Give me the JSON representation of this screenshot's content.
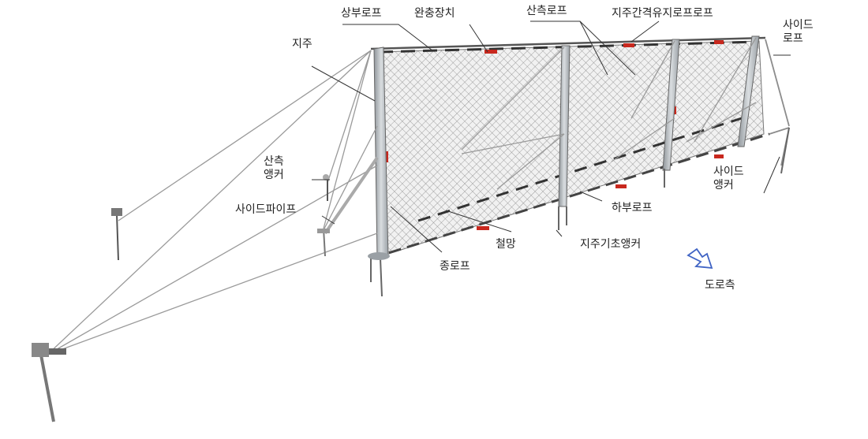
{
  "labels": {
    "top_rope": "상부로프",
    "buffer_device": "완충장치",
    "mountain_rope": "산측로프",
    "post_spacing_rope": "지주간격유지로프로프",
    "side_rope": "사이드\n로프",
    "post": "지주",
    "mountain_anchor": "산측\n앵커",
    "side_pipe": "사이드파이프",
    "side_anchor": "사이드\n앵커",
    "bottom_rope": "하부로프",
    "wire_mesh": "철망",
    "post_foundation_anchor": "지주기초앵커",
    "vertical_rope": "종로프",
    "road_side": "도로측"
  },
  "colors": {
    "post": "#b7bcc1",
    "rope_dark": "#3a3a3a",
    "buffer_red": "#c8281e",
    "arrow": "#3f63c4",
    "mesh": "#8a8a8a"
  }
}
